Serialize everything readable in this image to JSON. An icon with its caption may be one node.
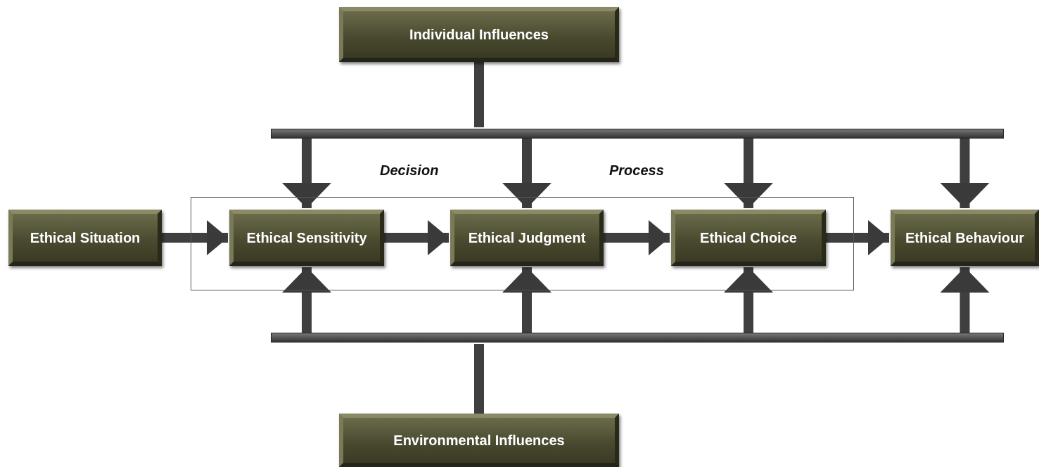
{
  "diagram": {
    "nodes": [
      {
        "text": [
          "Individual Influences"
        ]
      },
      {
        "text": [
          "Ethical Situation"
        ]
      },
      {
        "text": [
          "Decision",
          "Process"
        ]
      },
      {
        "text": [
          "Ethical Sensitivity"
        ],
        "in": 2
      },
      {
        "text": [
          "Ethical Judgment"
        ],
        "in": 2
      },
      {
        "text": [
          "Ethical Choice"
        ],
        "in": 2
      },
      {
        "text": [
          "Ethical Behaviour"
        ]
      },
      {
        "text": [
          "Environmental Influences"
        ]
      },
      {
        "text": [],
        "shape": "bar"
      },
      {
        "text": [],
        "shape": "bar"
      }
    ],
    "edges": [
      {
        "from": 1,
        "to": 3,
        "arrow": "to"
      },
      {
        "from": 3,
        "to": 4,
        "arrow": "to"
      },
      {
        "from": 4,
        "to": 5,
        "arrow": "to"
      },
      {
        "from": 5,
        "to": 6,
        "arrow": "to"
      },
      {
        "from": 0,
        "to": 8,
        "arrow": "none"
      },
      {
        "from": 8,
        "to": 3,
        "arrow": "to"
      },
      {
        "from": 8,
        "to": 4,
        "arrow": "to"
      },
      {
        "from": 8,
        "to": 5,
        "arrow": "to"
      },
      {
        "from": 8,
        "to": 6,
        "arrow": "to"
      },
      {
        "from": 7,
        "to": 9,
        "arrow": "none"
      },
      {
        "from": 9,
        "to": 3,
        "arrow": "to"
      },
      {
        "from": 9,
        "to": 4,
        "arrow": "to"
      },
      {
        "from": 9,
        "to": 5,
        "arrow": "to"
      },
      {
        "from": 9,
        "to": 6,
        "arrow": "to"
      }
    ]
  }
}
